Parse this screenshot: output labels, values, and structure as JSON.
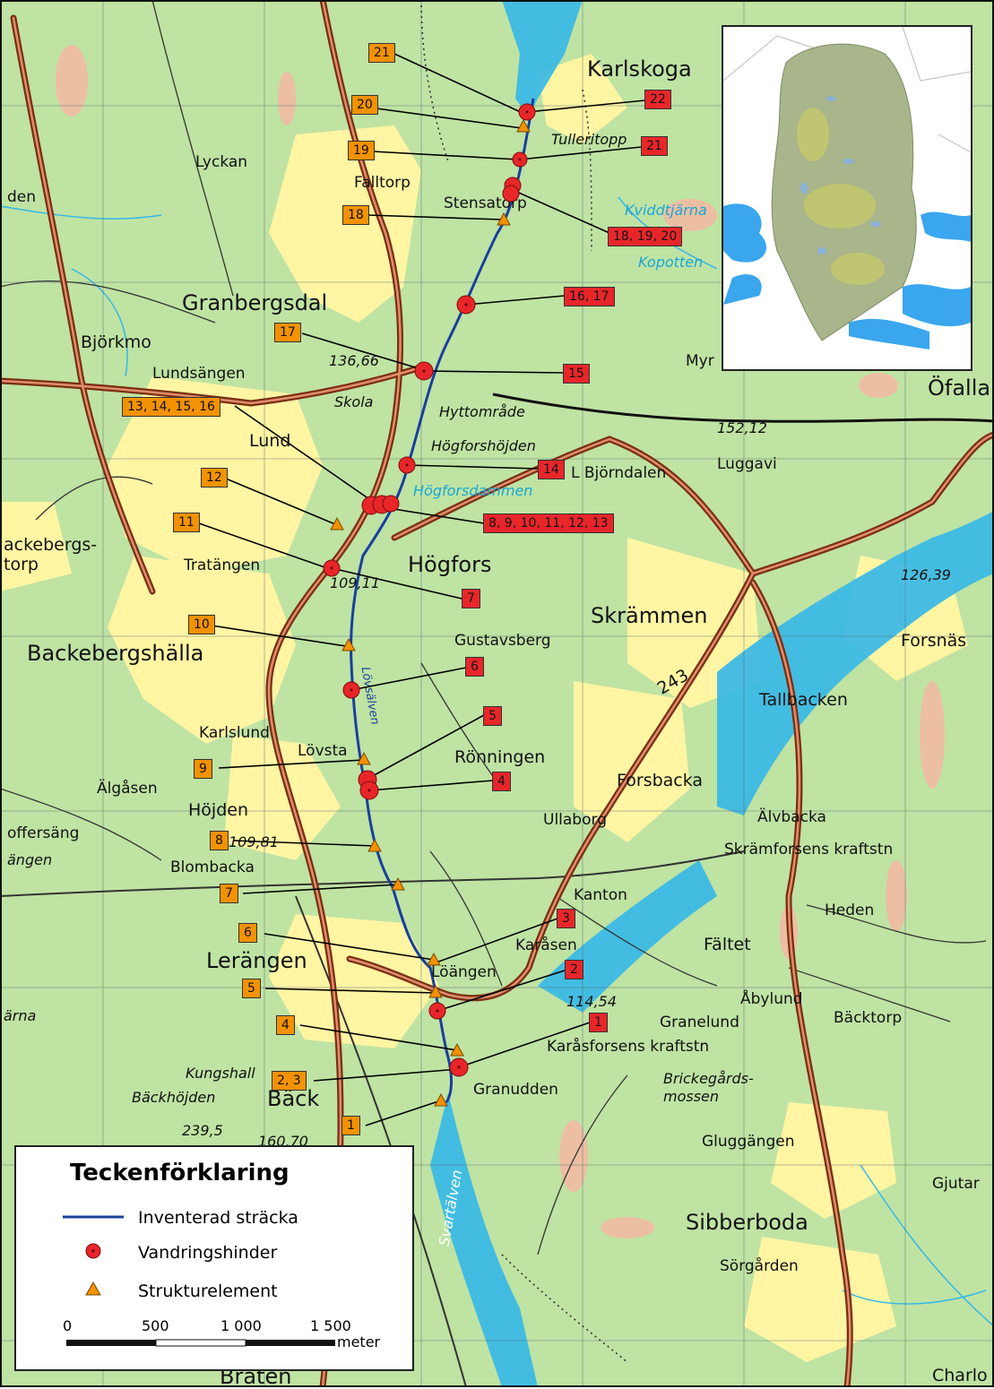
{
  "places": {
    "karlskoga": "Karlskoga",
    "tulleritopp": "Tulleritopp",
    "lyckan": "Lyckan",
    "falltorp": "Falltorp",
    "stensatorp": "Stensatorp",
    "kviddtjarna": "Kviddtjärna",
    "kopotten": "Kopotten",
    "granbergsdal": "Granbergsdal",
    "bjorkmo": "Björkmo",
    "lundsangen": "Lundsängen",
    "myr": "Myr",
    "ofalla": "Öfalla",
    "elev_13666": "136,66",
    "skola": "Skola",
    "hyttomrade": "Hyttområde",
    "hogforshojden": "Högforshöjden",
    "lund": "Lund",
    "bjorndalen": "L Björndalen",
    "luggavi": "Luggavi",
    "elev_15212": "152,12",
    "hogforsdammen": "Högforsdammen",
    "backebergstorp": "ackebergs-\ntorp",
    "tratangen": "Tratängen",
    "hogfors": "Högfors",
    "elev_10911": "109,11",
    "elev_12639": "126,39",
    "skrammen": "Skrämmen",
    "forsnas": "Forsnäs",
    "backebergshalla": "Backebergshälla",
    "gustavsberg": "Gustavsberg",
    "road_243": "243",
    "tallbacken": "Tallbacken",
    "karlslund": "Karlslund",
    "lovsta": "Lövsta",
    "ronningen": "Rönningen",
    "algasen": "Älgåsen",
    "forsbacka": "Forsbacka",
    "hojden": "Höjden",
    "ullaborg": "Ullaborg",
    "alvbacka": "Älvbacka",
    "offersang": "offersäng",
    "langen": "ängen",
    "elev_10981": "109,81",
    "skramforsens": "Skrämforsens kraftstn",
    "blombacka": "Blombacka",
    "kanton": "Kanton",
    "heden": "Heden",
    "lerangen": "Lerängen",
    "karasen": "Karåsen",
    "loangen": "Löängen",
    "faltet": "Fältet",
    "elev_11454": "114,54",
    "abylund": "Åbylund",
    "arna": "ärna",
    "granelund": "Granelund",
    "backtorp": "Bäcktorp",
    "karasforsens": "Karåsforsens kraftstn",
    "kungshall": "Kungshall",
    "brickegards": "Brickegårds-\nmossen",
    "backhojden": "Bäckhöjden",
    "back": "Bäck",
    "granudden": "Granudden",
    "elev_2395": "239,5",
    "elev_16070": "160,70",
    "gluggangen": "Gluggängen",
    "gjutar": "Gjutar",
    "sibberboda": "Sibberboda",
    "sorgarden": "Sörgården",
    "svartalven": "Svartälven",
    "lovsalven": "Lövsälven",
    "braten": "Bråten",
    "charlo": "Charlo",
    "den": "den"
  },
  "barrier_labels": [
    "22",
    "21",
    "18, 19, 20",
    "16, 17",
    "15",
    "14",
    "8, 9, 10, 11, 12, 13",
    "7",
    "6",
    "5",
    "4",
    "3",
    "2",
    "1"
  ],
  "structure_labels": [
    "21",
    "20",
    "19",
    "18",
    "17",
    "13, 14, 15, 16",
    "12",
    "11",
    "10",
    "9",
    "8",
    "7",
    "6",
    "5",
    "4",
    "2, 3",
    "1"
  ],
  "legend": {
    "title": "Teckenförklaring",
    "line_label": "Inventerad sträcka",
    "barrier_label": "Vandringshinder",
    "structure_label": "Strukturelement",
    "scale_ticks": [
      "0",
      "500",
      "1 000",
      "1 500"
    ],
    "scale_unit": "meter"
  },
  "colors": {
    "forest": "#bfe3a3",
    "open": "#fff7a8",
    "water": "#35b7e8",
    "road": "#b5461f",
    "stream": "#1a3f9e",
    "barrier": "#e8262a",
    "structure": "#f39200"
  }
}
